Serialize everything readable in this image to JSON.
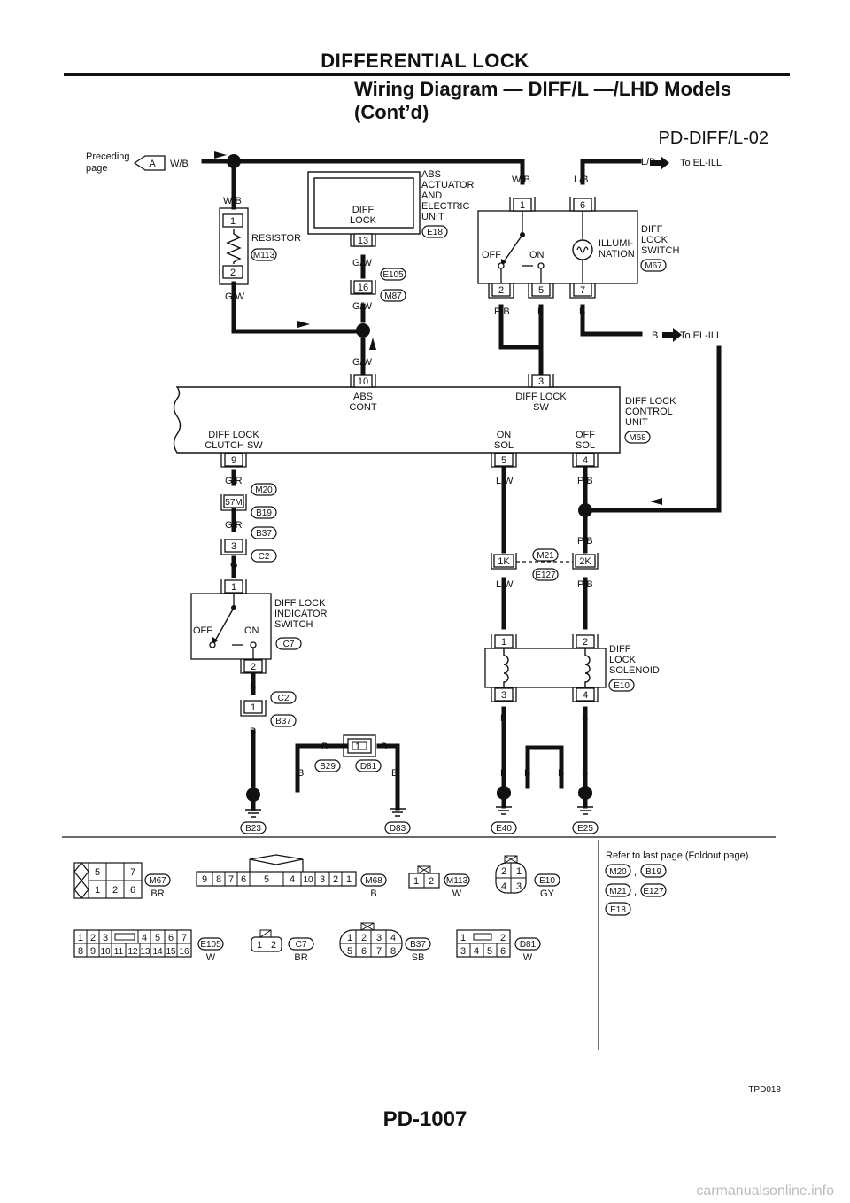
{
  "header": {
    "title": "DIFFERENTIAL LOCK",
    "subtitle_line1": "Wiring Diagram — DIFF/L —/LHD Models",
    "subtitle_line2": "(Cont’d)"
  },
  "diagram": {
    "code": "PD-DIFF/L-02",
    "preceding_page": [
      "Preceding",
      "page"
    ],
    "preceding_ref": "A",
    "to_el_ill": "To EL-ILL",
    "wires": {
      "wb": "W/B",
      "lb": "L/B",
      "gw": "G/W",
      "pb": "P/B",
      "l": "L",
      "b": "B",
      "gr": "G/R",
      "g": "G",
      "lw": "L/W"
    },
    "components": {
      "resistor": "RESISTOR",
      "abs_unit": [
        "ABS",
        "ACTUATOR",
        "AND",
        "ELECTRIC",
        "UNIT"
      ],
      "diff_lock": [
        "DIFF",
        "LOCK"
      ],
      "switch_name": [
        "DIFF",
        "LOCK",
        "SWITCH"
      ],
      "illumination": [
        "ILLUMI-",
        "NATION"
      ],
      "control_unit": [
        "DIFF LOCK",
        "CONTROL",
        "UNIT"
      ],
      "abs_cont": [
        "ABS",
        "CONT"
      ],
      "diff_lock_sw": [
        "DIFF LOCK",
        "SW"
      ],
      "clutch_sw": [
        "DIFF LOCK",
        "CLUTCH SW"
      ],
      "on_sol": [
        "ON",
        "SOL"
      ],
      "off_sol": [
        "OFF",
        "SOL"
      ],
      "indicator_switch": [
        "DIFF LOCK",
        "INDICATOR",
        "SWITCH"
      ],
      "solenoid": [
        "DIFF",
        "LOCK",
        "SOLENOID"
      ],
      "off": "OFF",
      "on": "ON"
    },
    "pins": {
      "p1": "1",
      "p2": "2",
      "p3": "3",
      "p4": "4",
      "p5": "5",
      "p6": "6",
      "p7": "7",
      "p9": "9",
      "p10": "10",
      "p13": "13",
      "p16": "16",
      "p57m": "57M",
      "p1k": "1K",
      "p2k": "2K"
    },
    "connectors": {
      "m113": "M113",
      "e18": "E18",
      "e105": "E105",
      "m87": "M87",
      "m67": "M67",
      "m68": "M68",
      "m20": "M20",
      "b19": "B19",
      "b37": "B37",
      "c2": "C2",
      "c7": "C7",
      "m21": "M21",
      "e127": "E127",
      "e10": "E10",
      "b29": "B29",
      "d81": "D81",
      "b23": "B23",
      "d83": "D83",
      "e40": "E40",
      "e25": "E25"
    }
  },
  "connector_views": {
    "m67": {
      "id": "M67",
      "color": "BR",
      "top": [
        "5",
        "",
        "7"
      ],
      "bottom": [
        "1",
        "2",
        "6"
      ]
    },
    "m68": {
      "id": "M68",
      "color": "B",
      "pins": [
        "9",
        "8",
        "7",
        "6",
        "5",
        "4",
        "10",
        "3",
        "2",
        "1"
      ]
    },
    "m113": {
      "id": "M113",
      "color": "W",
      "pins": [
        "1",
        "2"
      ]
    },
    "e10": {
      "id": "E10",
      "color": "GY",
      "top": [
        "2",
        "1"
      ],
      "bottom": [
        "4",
        "3"
      ]
    },
    "e105": {
      "id": "E105",
      "color": "W",
      "top": [
        "1",
        "2",
        "3",
        "4",
        "5",
        "6",
        "7"
      ],
      "bottom": [
        "8",
        "9",
        "10",
        "11",
        "12",
        "13",
        "14",
        "15",
        "16"
      ]
    },
    "c7": {
      "id": "C7",
      "color": "BR",
      "pins": [
        "1",
        "2"
      ]
    },
    "b37": {
      "id": "B37",
      "color": "SB",
      "top": [
        "1",
        "2",
        "3",
        "4"
      ],
      "bottom": [
        "5",
        "6",
        "7",
        "8"
      ]
    },
    "d81": {
      "id": "D81",
      "color": "W",
      "top": [
        "1",
        "2"
      ],
      "bottom": [
        "3",
        "4",
        "5",
        "6"
      ]
    }
  },
  "refer_note": "Refer to last page (Foldout page).",
  "refer_items": [
    {
      "a": "M20",
      "sep": ",",
      "b": "B19"
    },
    {
      "a": "M21",
      "sep": ",",
      "b": "E127"
    },
    {
      "a": "E18"
    }
  ],
  "figure_code": "TPD018",
  "page_number": "PD-1007",
  "watermark": "carmanualsonline.info"
}
